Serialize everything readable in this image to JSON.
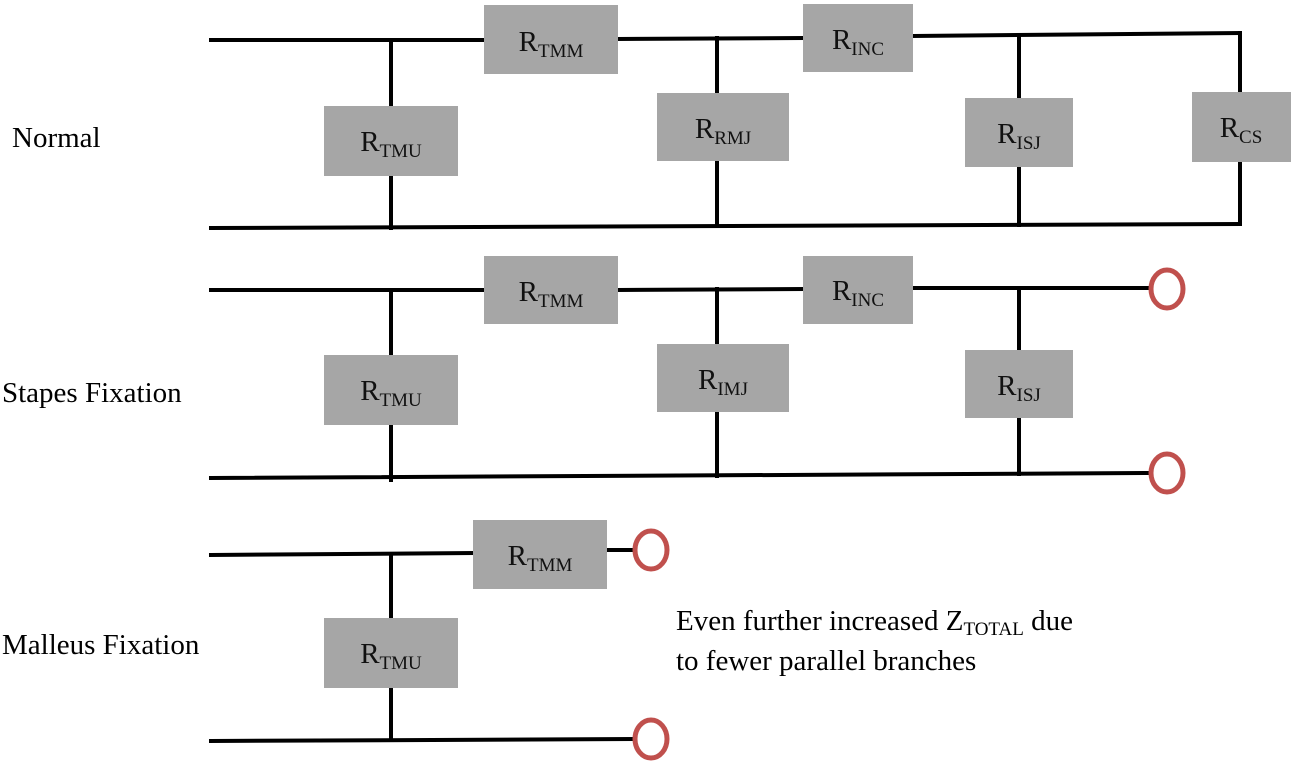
{
  "rows": {
    "normal": {
      "label": "Normal",
      "resistors": {
        "tmu": {
          "main": "R",
          "sub": "TMU"
        },
        "tmm": {
          "main": "R",
          "sub": "TMM"
        },
        "rmj": {
          "main": "R",
          "sub": "RMJ"
        },
        "inc": {
          "main": "R",
          "sub": "INC"
        },
        "isj": {
          "main": "R",
          "sub": "ISJ"
        },
        "cs": {
          "main": "R",
          "sub": "CS"
        }
      }
    },
    "stapes": {
      "label": "Stapes Fixation",
      "resistors": {
        "tmu": {
          "main": "R",
          "sub": "TMU"
        },
        "tmm": {
          "main": "R",
          "sub": "TMM"
        },
        "imj": {
          "main": "R",
          "sub": "IMJ"
        },
        "inc": {
          "main": "R",
          "sub": "INC"
        },
        "isj": {
          "main": "R",
          "sub": "ISJ"
        }
      }
    },
    "malleus": {
      "label": "Malleus Fixation",
      "resistors": {
        "tmu": {
          "main": "R",
          "sub": "TMU"
        },
        "tmm": {
          "main": "R",
          "sub": "TMM"
        }
      }
    }
  },
  "note": {
    "line1_pre": "Even further increased Z",
    "line1_sub": "TOTAL",
    "line1_post": " due",
    "line2": "to fewer parallel branches"
  },
  "colors": {
    "resistor_fill": "#a6a6a6",
    "wire": "#000000",
    "open_terminal": "#c0504d"
  }
}
